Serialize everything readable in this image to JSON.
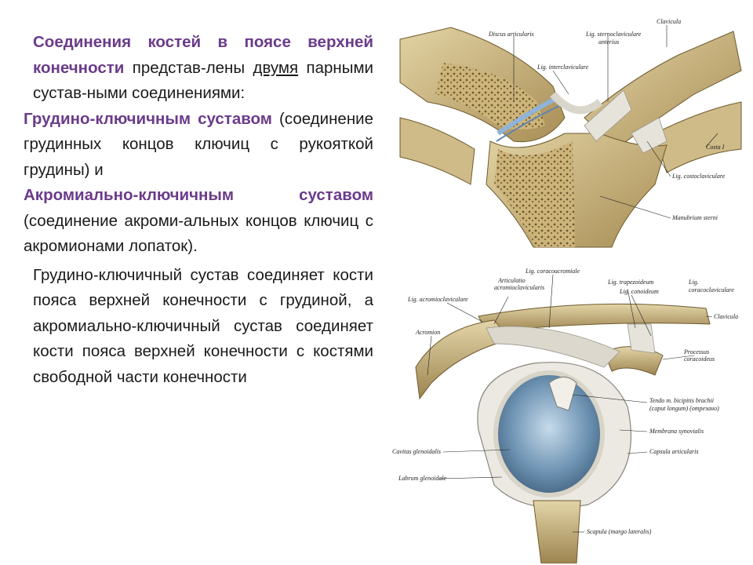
{
  "text": {
    "p1_title": "Соединения костей в поясе верхней конечности",
    "p1_rest_a": " представ-лены ",
    "p1_underline": "двумя",
    "p1_rest_b": " парными сустав-ными соединениями:",
    "p2_title": "Грудино-ключичным суставом",
    "p2_rest": " (соединение грудинных концов ключиц с рукояткой грудины) и",
    "p3_title": "Акромиально-ключичным суставом",
    "p3_rest": " (соединение акроми-альных концов ключиц с акромионами лопаток).",
    "p4": "Грудино-ключичный сустав соединяет кости пояса верхней конечности с грудиной, а акромиально-ключичный сустав соединяет кости пояса верхней конечности с костями свободной части конечности"
  },
  "figure1": {
    "labels": {
      "discus": "Discus articularis",
      "lig_sternoclav": "Lig. sternoclaviculare",
      "anterius": "anterius",
      "clavicula": "Clavicula",
      "lig_interclav": "Lig. interclaviculare",
      "costa": "Costa I",
      "lig_costoclav": "Lig. costoclaviculare",
      "manubrium": "Manubrium sterni"
    }
  },
  "figure2": {
    "labels": {
      "lig_coracoacr": "Lig. coracoacromiale",
      "articulatio": "Articulatio",
      "acromioclav": "acromioclavicularis",
      "lig_trapez": "Lig. trapezoideum",
      "lig_conoid": "Lig. conoideum",
      "lig_prefix": "Lig.",
      "coracoclav": "coracoclaviculare",
      "lig_acromioclav": "Lig. acromioclaviculare",
      "clavicula": "Clavicula",
      "acromion": "Acromion",
      "processus": "Processus",
      "coracoideus": "coracoideus",
      "tendo": "Tendo m. bicipitis brachii",
      "caput": "(caput longum) (отрезано)",
      "membrana": "Membrana synovialis",
      "cavitas": "Cavitas glenoidalis",
      "capsula": "Capsula articularis",
      "labrum": "Labrum glenoidale",
      "scapula": "Scapula (margo lateralis)"
    }
  },
  "colors": {
    "accent": "#6b3b8a",
    "bone": "#c9b27a",
    "bone_dark": "#8a7240",
    "cartilage": "#8fb3d9",
    "ligament": "#d9d6cc"
  }
}
